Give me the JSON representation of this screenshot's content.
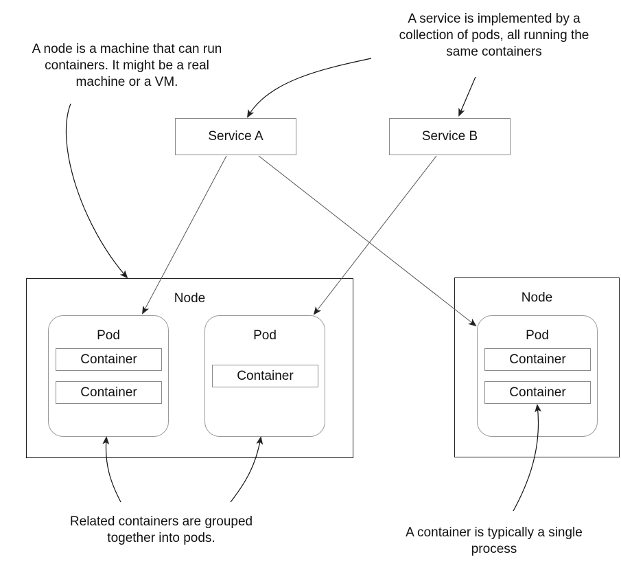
{
  "annotations": {
    "node_note": [
      "A node is a machine that can run",
      "containers. It might be a real",
      "machine or a VM."
    ],
    "service_note": [
      "A service is implemented by a",
      "collection of pods, all running the",
      "same containers"
    ],
    "pods_note": [
      "Related containers are grouped",
      "together into pods."
    ],
    "container_note": [
      "A container is typically a single",
      "process"
    ]
  },
  "services": [
    {
      "label": "Service A"
    },
    {
      "label": "Service B"
    }
  ],
  "nodes": [
    {
      "label": "Node",
      "pods": [
        {
          "label": "Pod",
          "containers": [
            "Container",
            "Container"
          ]
        },
        {
          "label": "Pod",
          "containers": [
            "Container"
          ]
        }
      ]
    },
    {
      "label": "Node",
      "pods": [
        {
          "label": "Pod",
          "containers": [
            "Container",
            "Container"
          ]
        }
      ]
    }
  ],
  "colors": {
    "line": "#555555",
    "arrow": "#111111",
    "box_border": "#8a8a8a",
    "node_border": "#222222"
  }
}
